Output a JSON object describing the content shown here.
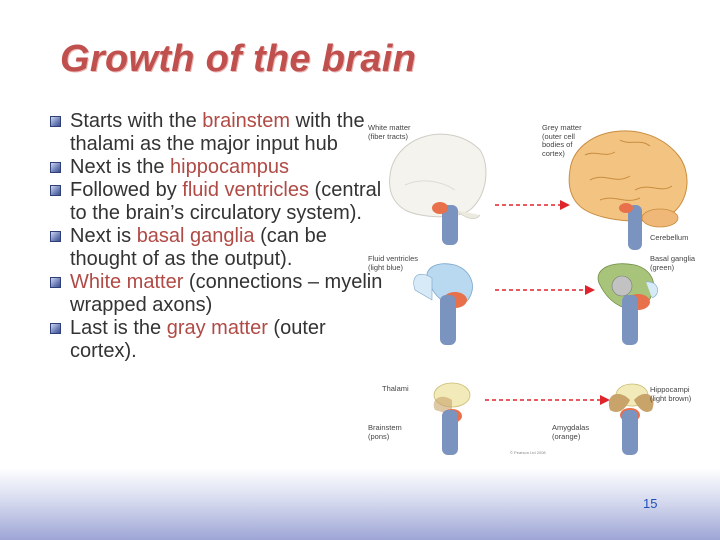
{
  "slide": {
    "title": "Growth of the brain",
    "page_number": "15",
    "bullets": [
      {
        "parts": [
          "Starts with the ",
          "brainstem",
          " with the thalami as the major input hub"
        ]
      },
      {
        "parts": [
          "Next is the ",
          "hippocampus",
          ""
        ]
      },
      {
        "parts": [
          "Followed by ",
          "fluid ventricles",
          " (central to the brain’s circulatory system)."
        ]
      },
      {
        "parts": [
          "Next is ",
          "basal ganglia",
          " (can be thought of as the output)."
        ]
      },
      {
        "parts": [
          "",
          "White matter",
          " (connections – myelin wrapped axons)"
        ]
      },
      {
        "parts": [
          "Last is the ",
          "gray matter",
          " (outer cortex)."
        ]
      }
    ]
  },
  "figure": {
    "labels": {
      "white_matter": "White matter\n(fiber tracts)",
      "grey_matter": "Grey matter\n(outer cell\nbodies of\ncortex)",
      "cerebellum": "Cerebellum",
      "fluid_ventricles": "Fluid ventricles\n(light blue)",
      "basal_ganglia": "Basal ganglia\n(green)",
      "thalami": "Thalami",
      "hippocampi": "Hippocampi\n(light brown)",
      "brainstem": "Brainstem\n(pons)",
      "amygdalas": "Amygdalas\n(orange)",
      "copyright": "© Pearson Ltd 2008"
    },
    "colors": {
      "grey_matter": "#f3c382",
      "white_matter": "#f4f3ee",
      "brainstem": "#7a93bf",
      "amygdala": "#e8704a",
      "ventricles": "#b8d9f0",
      "basal_ganglia": "#a8c47a",
      "hippocampi": "#c8a36a",
      "thalami": "#f2eab8",
      "arrow": "#e0242c"
    }
  }
}
